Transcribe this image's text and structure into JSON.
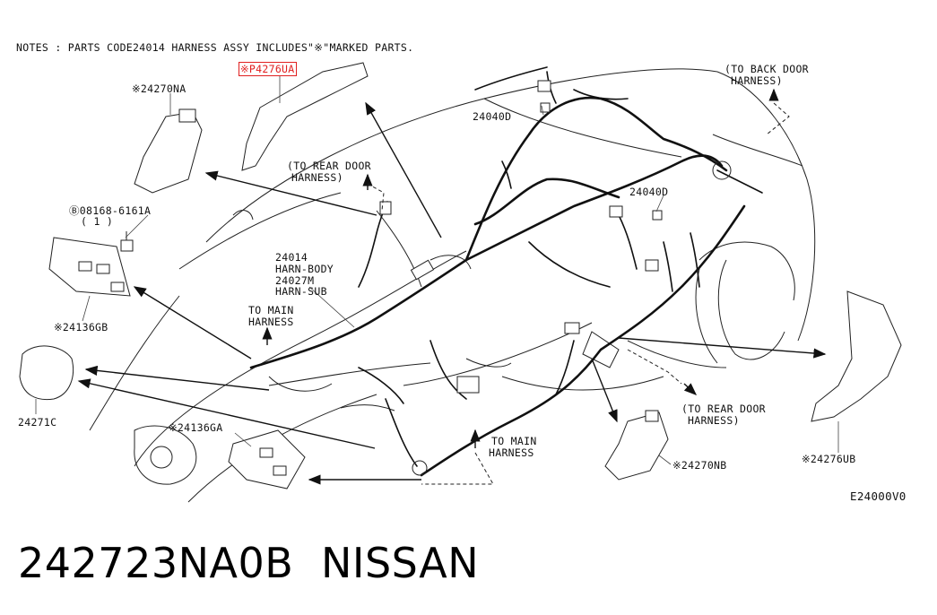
{
  "notes": "NOTES : PARTS CODE24014 HARNESS ASSY INCLUDES\"※\"MARKED PARTS.",
  "highlighted_part": "※P4276UA",
  "labels": {
    "p24270na": "※24270NA",
    "p08168": "Ⓑ08168-6161A",
    "p08168_qty": "( 1 )",
    "p24136gb": "※24136GB",
    "p24271c": "24271C",
    "p24136ga": "※24136GA",
    "p24040d_top": "24040D",
    "p24040d_right": "24040D",
    "rear_door_top_1": "(TO REAR DOOR",
    "rear_door_top_2": "HARNESS)",
    "back_door_1": "(TO BACK DOOR",
    "back_door_2": "HARNESS)",
    "harn_1": "24014",
    "harn_2": "HARN-BODY",
    "harn_3": "24027M",
    "harn_4": "HARN-SUB",
    "main_left_1": "TO MAIN",
    "main_left_2": "HARNESS",
    "main_bottom_1": "TO MAIN",
    "main_bottom_2": "HARNESS",
    "rear_door_right_1": "(TO REAR DOOR",
    "rear_door_right_2": "HARNESS)",
    "p24270nb": "※24270NB",
    "p24276ub": "※24276UB",
    "figure_code": "E24000V0"
  },
  "caption": {
    "part_number": "242723NA0B",
    "brand": "NISSAN"
  }
}
